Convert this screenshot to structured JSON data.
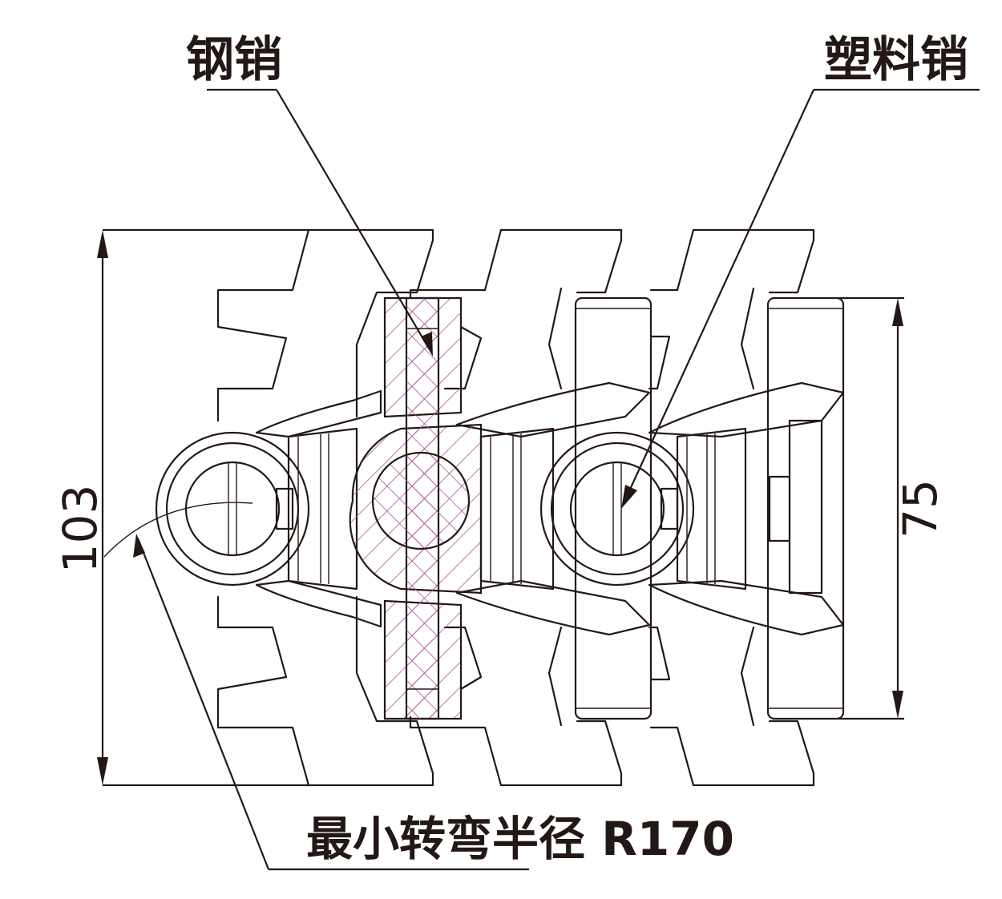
{
  "labels": {
    "steel_pin": "钢销",
    "plastic_pin": "塑料销",
    "min_turn_radius": "最小转弯半径 R170"
  },
  "dimensions": {
    "overall_height": "103",
    "pin_length": "75"
  },
  "colors": {
    "line": "#231815",
    "hatch": "#a8559a"
  }
}
